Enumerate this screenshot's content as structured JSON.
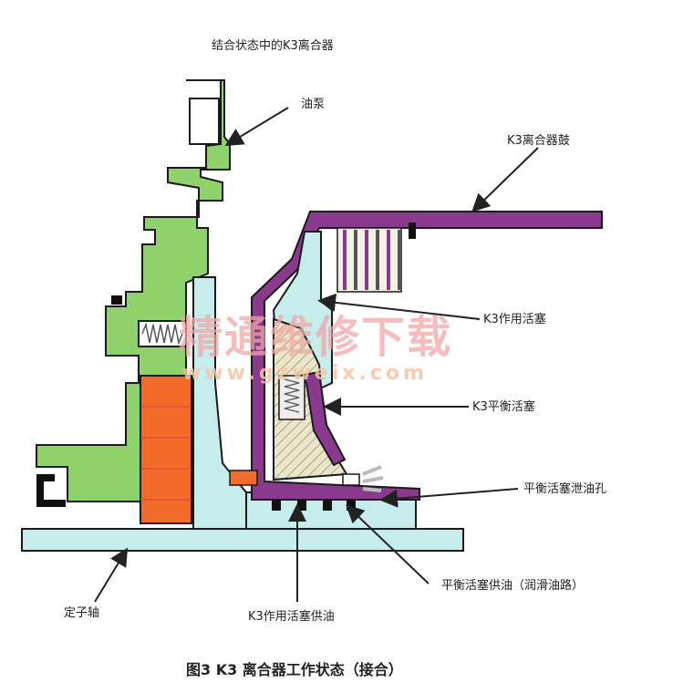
{
  "title": "结合状态中的K3离合器",
  "labels": {
    "oil_pump": "油泵",
    "drum": "K3离合器鼓",
    "apply_piston": "K3作用活塞",
    "balance_piston": "K3平衡活塞",
    "balance_drain": "平衡活塞泄油孔",
    "balance_supply": "平衡活塞供油（润滑油路）",
    "apply_supply": "K3作用活塞供油",
    "stator_shaft": "定子轴"
  },
  "watermark": {
    "cn": "精通维修下载",
    "url": "www.gzweix.com"
  },
  "caption": "图3  K3 离合器工作状态（接合）",
  "colors": {
    "pump_green": "#8fd16a",
    "outline": "#1a1a1a",
    "drum_purple": "#8a3a8c",
    "shaft_cyan": "#c6ecec",
    "hub_orange": "#f26b2a",
    "spring_gray": "#cccccc",
    "hatch_tan": "#ece6c8"
  }
}
